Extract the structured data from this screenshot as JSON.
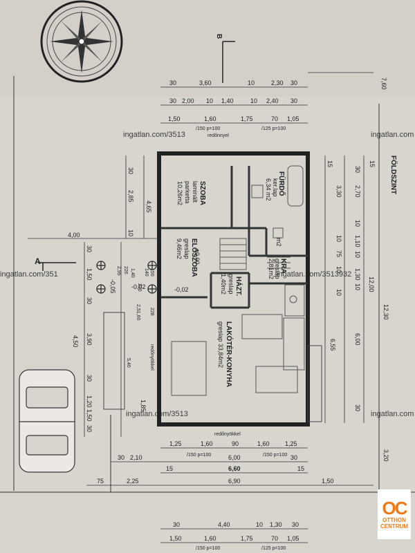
{
  "rooms": {
    "szoba": {
      "name": "SZOBA",
      "floor1": "laminált",
      "floor2": "parketta",
      "area": "10,26m2"
    },
    "furdo": {
      "name": "FÜRDŐ",
      "floor": "ker.lap",
      "area": "6,34 m2"
    },
    "eloszoba": {
      "name": "ELŐSZOBA",
      "floor": "greslap",
      "area": "9,46m2"
    },
    "kamra": {
      "name": "KRA",
      "floor": "greslap",
      "area": "2,81m2"
    },
    "wc": {
      "name": "m2"
    },
    "haztartasi": {
      "name": "HÁZT.",
      "floor": "greslap",
      "area": "1,40m2"
    },
    "lakoter": {
      "name": "LAKÓTÉR-KONYHA",
      "floor": "greslap 33,84m2"
    }
  },
  "labels": {
    "floor_name": "FÖLDSZINT",
    "section_a": "A",
    "section_b": "B",
    "shutters_top": "redőnnyel",
    "shutters_bottom": "redőnyökkel",
    "shutters_side": "redőnyökkel",
    "watermark1": "ingatlan.com/3513",
    "watermark2": "ingatlan.com",
    "watermark3": "ingatlan.com/3513",
    "watermark4": "ingatlan.com/351",
    "watermark5": "ingatlan.com/3513932",
    "level1": "-0,02",
    "level2": "±0,00",
    "level3": "-0,05",
    "level4": "-0,02",
    "logo_text": "OC",
    "logo_line1": "OTTHON",
    "logo_line2": "CENTRUM"
  },
  "dims_top": {
    "row1": [
      "30",
      "3,60",
      "10",
      "2,30",
      "30"
    ],
    "row2": [
      "30",
      "2,00",
      "10",
      "1,40",
      "10",
      "2,40",
      "30"
    ],
    "row3": [
      "1,50",
      "1,60",
      "1,75",
      "70",
      "1,05"
    ],
    "row3_sub": [
      "/150 p=100",
      "/125 p=100"
    ],
    "total_right": "7,60"
  },
  "dims_bottom": {
    "row1": [
      "1,25",
      "1,60",
      "90",
      "1,60",
      "1,25"
    ],
    "row1_sub": [
      "/150 p=100",
      "/150 p=100"
    ],
    "row2": [
      "30",
      "2,10",
      "6,00",
      "30"
    ],
    "row3": [
      "15",
      "6,60",
      "15"
    ],
    "row4": [
      "75",
      "2,25",
      "6,90",
      "1,50"
    ],
    "row5": [
      "30",
      "4,40",
      "10",
      "1,30",
      "30"
    ],
    "row6": [
      "1,50",
      "1,60",
      "1,75",
      "70",
      "1,05"
    ],
    "row6_sub": [
      "/150 p=100",
      "/125 p=100"
    ]
  },
  "dims_left": {
    "col1": [
      "30",
      "2,85",
      "10",
      "4,00"
    ],
    "col2": [
      "4,65"
    ],
    "col3": [
      "30",
      "1,50",
      "30",
      "3,90",
      "30",
      "1,20",
      "1,50",
      "30"
    ],
    "col4": [
      "4,50",
      "1,85"
    ],
    "col5": [
      "226",
      "2,95",
      "140",
      "150",
      "1,40",
      "210",
      "2,51,60",
      "228",
      "5,40"
    ]
  },
  "dims_right": {
    "col1": [
      "15",
      "3,30",
      "75",
      "10",
      "10",
      "10",
      "15"
    ],
    "col2": [
      "30",
      "2,70",
      "10",
      "1,10",
      "10",
      "1,30",
      "10"
    ],
    "col3": [
      "12,00",
      "6,55",
      "12,30",
      "6,00",
      "30",
      "3,20"
    ]
  }
}
